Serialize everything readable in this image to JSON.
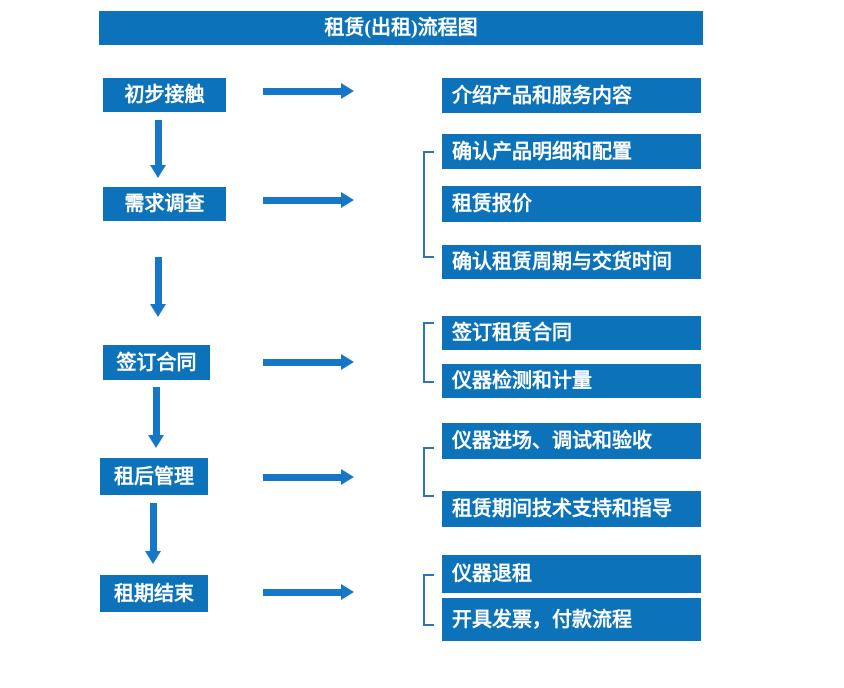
{
  "title": "租赁(出租)流程图",
  "colors": {
    "box_fill": "#0c72ba",
    "arrow": "#1677c8",
    "bracket": "#2e75b6",
    "text": "#ffffff",
    "background": "#ffffff"
  },
  "icons": {
    "arrow_right": "css-triangle-right",
    "arrow_down": "css-triangle-down",
    "group_bracket": "css-left-square-bracket"
  },
  "flow": [
    {
      "step": "初步接触",
      "details": [
        "介绍产品和服务内容"
      ]
    },
    {
      "step": "需求调查",
      "details": [
        "确认产品明细和配置",
        "租赁报价",
        "确认租赁周期与交货时间"
      ]
    },
    {
      "step": "签订合同",
      "details": [
        "签订租赁合同",
        "仪器检测和计量"
      ]
    },
    {
      "step": "租后管理",
      "details": [
        "仪器进场、调试和验收",
        "租赁期间技术支持和指导"
      ]
    },
    {
      "step": "租期结束",
      "details": [
        "仪器退租",
        "开具发票，付款流程"
      ]
    }
  ]
}
